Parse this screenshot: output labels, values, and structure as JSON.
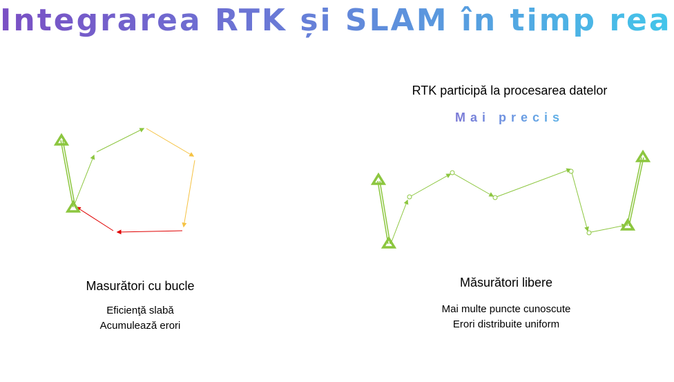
{
  "title": "Integrarea RTK și SLAM în timp real",
  "right": {
    "heading": "RTK participă la procesarea datelor",
    "emphasis": "Mai precis",
    "caption": "Măsurători libere",
    "notes": [
      "Mai multe puncte cunoscute",
      "Erori distribuite uniform"
    ]
  },
  "left": {
    "caption": "Masurători cu  bucle",
    "notes": [
      "Eficienţă slabă",
      "Acumulează erori"
    ]
  },
  "colors": {
    "green": "#8cc63f",
    "yellow": "#f5c242",
    "red": "#e00000"
  }
}
